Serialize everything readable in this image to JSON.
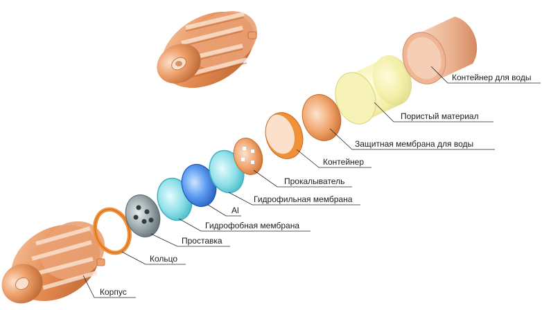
{
  "labels": {
    "container_water": "Контейнер для воды",
    "porous_material": "Пористый материал",
    "protective_membrane": "Защитная мембрана для воды",
    "container": "Контейнер",
    "piercer": "Прокалыватель",
    "hydrophilic_membrane": "Гидрофильная мембрана",
    "al": "Al",
    "hydrophobic_membrane": "Гидрофобная мембрана",
    "spacer": "Проставка",
    "ring": "Кольцо",
    "housing": "Корпус"
  },
  "colors": {
    "copper": "#e8915a",
    "copper_dark": "#b8642e",
    "copper_light": "#f6c9a6",
    "orange_ring": "#f0913a",
    "yellow_porous": "#f3efa0",
    "cyan": "#6fd6e0",
    "blue": "#3d7fe0",
    "slate": "#7a8a8e",
    "leader": "#222222"
  }
}
